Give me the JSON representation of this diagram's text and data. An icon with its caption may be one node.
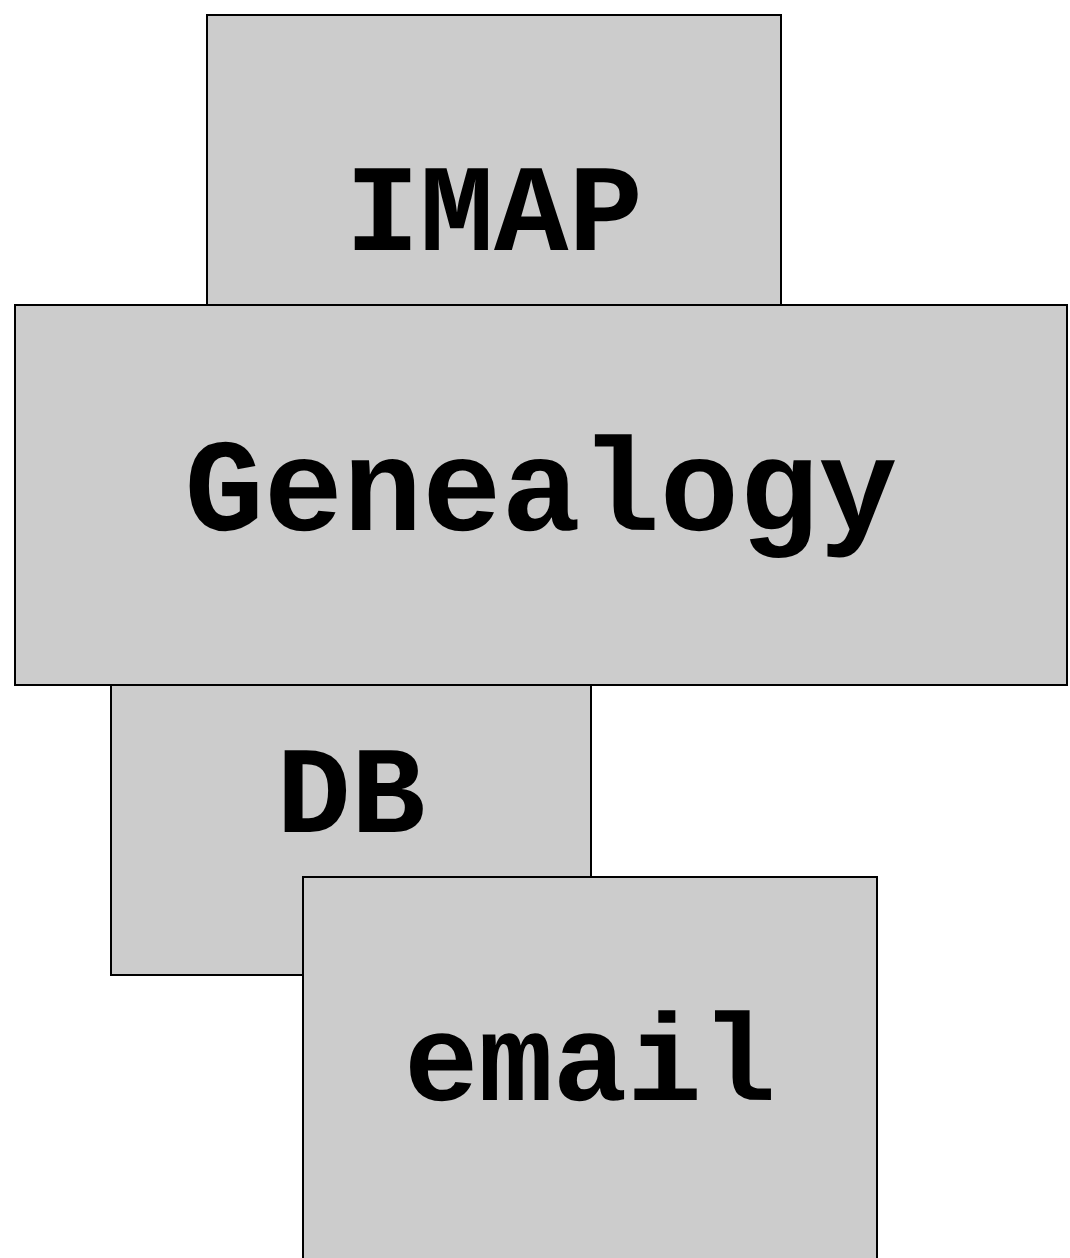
{
  "diagram": {
    "nodes": [
      {
        "text": [
          "IMAP"
        ]
      },
      {
        "text": [
          "Genealogy"
        ]
      },
      {
        "text": [
          "DB"
        ]
      },
      {
        "text": [
          "email"
        ]
      }
    ]
  }
}
